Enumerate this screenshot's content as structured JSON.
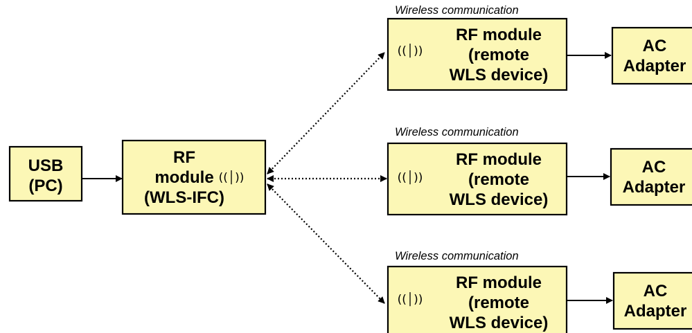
{
  "usb_box": {
    "line1": "USB",
    "line2": "(PC)"
  },
  "interface_box": {
    "line1": "RF",
    "line2": "module",
    "line3": "(WLS-IFC)"
  },
  "antenna_symbol": "((│))",
  "remote_devices": [
    {
      "caption": "Wireless communication",
      "rf_line1": "RF module",
      "rf_line2": "(remote",
      "rf_line3": "WLS device)",
      "ac_line1": "AC",
      "ac_line2": "Adapter"
    },
    {
      "caption": "Wireless communication",
      "rf_line1": "RF module",
      "rf_line2": "(remote",
      "rf_line3": "WLS device)",
      "ac_line1": "AC",
      "ac_line2": "Adapter"
    },
    {
      "caption": "Wireless communication",
      "rf_line1": "RF module",
      "rf_line2": "(remote",
      "rf_line3": "WLS device)",
      "ac_line1": "AC",
      "ac_line2": "Adapter"
    }
  ],
  "colors": {
    "box_fill": "#fcf7b6",
    "stroke": "#000000"
  }
}
